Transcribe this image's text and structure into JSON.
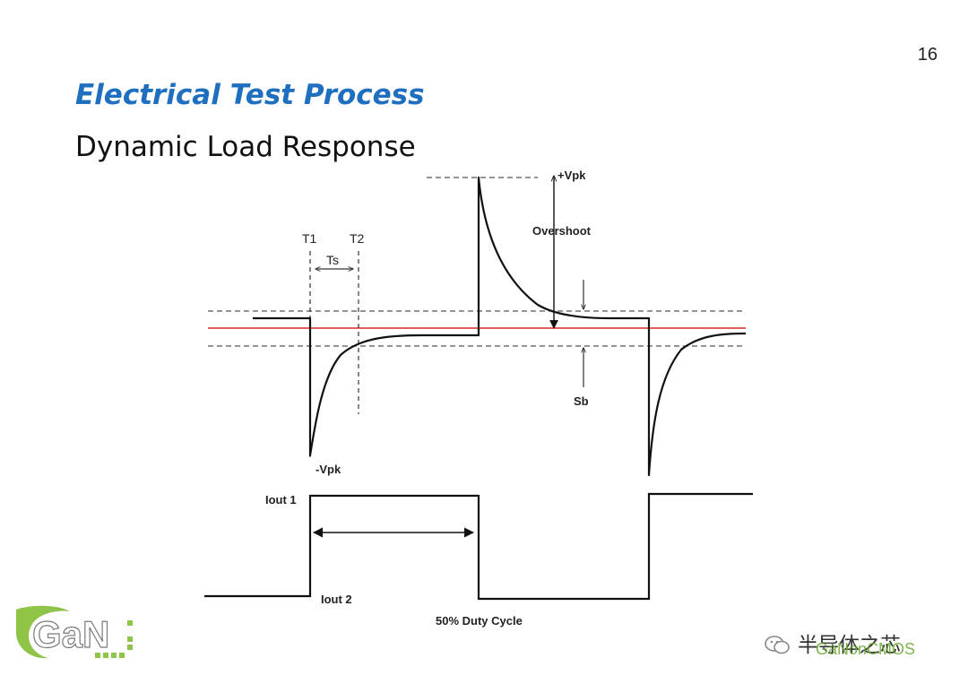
{
  "page": {
    "number": "16"
  },
  "heading": {
    "title": "Electrical Test Process",
    "subtitle": "Dynamic Load Response"
  },
  "diagram": {
    "labels": {
      "t1": "T1",
      "t2": "T2",
      "ts": "Ts",
      "vpk_pos": "+Vpk",
      "vpk_neg": "-Vpk",
      "overshoot": "Overshoot",
      "sb": "Sb",
      "iout1": "Iout 1",
      "iout2": "Iout 2",
      "duty_cycle": "50% Duty Cycle"
    },
    "colors": {
      "waveform": "#111111",
      "nominal_line": "#e0262a",
      "tolerance_band": "#555555"
    }
  },
  "logo": {
    "text": "GaN",
    "color": "#8ec549"
  },
  "watermark": {
    "main": "半导体之芯",
    "sub": "GaNonCMOS",
    "icon": "wechat-icon"
  }
}
